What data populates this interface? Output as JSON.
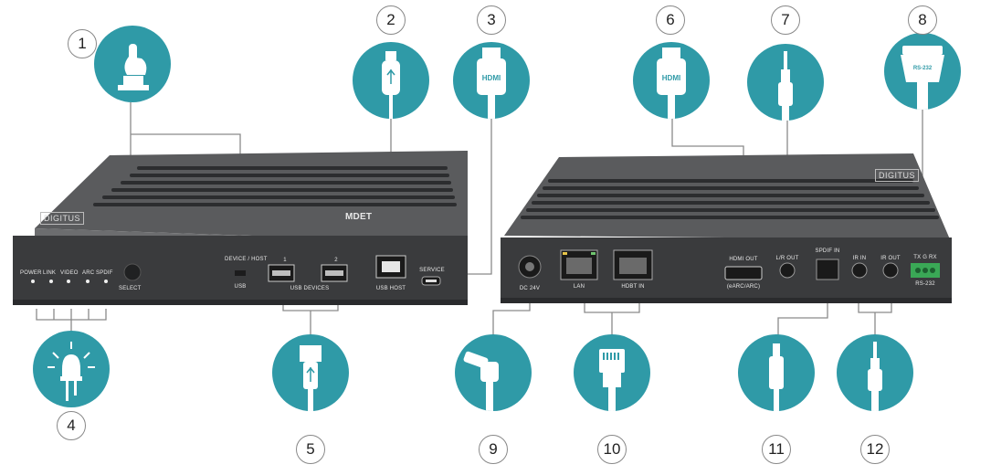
{
  "callouts": [
    "1",
    "2",
    "3",
    "4",
    "5",
    "6",
    "7",
    "8",
    "9",
    "10",
    "11",
    "12"
  ],
  "tx_panel": {
    "leds": [
      "POWER",
      "LINK",
      "VIDEO",
      "ARC",
      "SPDIF"
    ],
    "select": "SELECT",
    "device_host": "DEVICE / HOST",
    "usb": "USB",
    "usb_port_1": "1",
    "usb_port_2": "2",
    "usb_devices": "USB DEVICES",
    "usb_host": "USB HOST",
    "service": "SERVICE",
    "brand": "DIGITUS",
    "model_mark": "MDET"
  },
  "rx_panel": {
    "dc": "DC 24V",
    "lan": "LAN",
    "hdbt_in": "HDBT IN",
    "hdmi_out": "HDMI OUT",
    "hdmi_out_sub": "(eARC/ARC)",
    "lr_out": "L/R OUT",
    "spdif_in": "SPDIF IN",
    "ir_in": "IR IN",
    "ir_out": "IR OUT",
    "rs232_top": "TX  G  RX",
    "rs232": "RS-232",
    "brand": "DIGITUS"
  },
  "connectors": {
    "hdmi_text": "HDMI",
    "rs232_text": "RS-232"
  },
  "colors": {
    "accent": "#2f9aa7",
    "device": "#4a4b4d",
    "panel": "#3a3b3d",
    "line": "#8a8a8a"
  }
}
